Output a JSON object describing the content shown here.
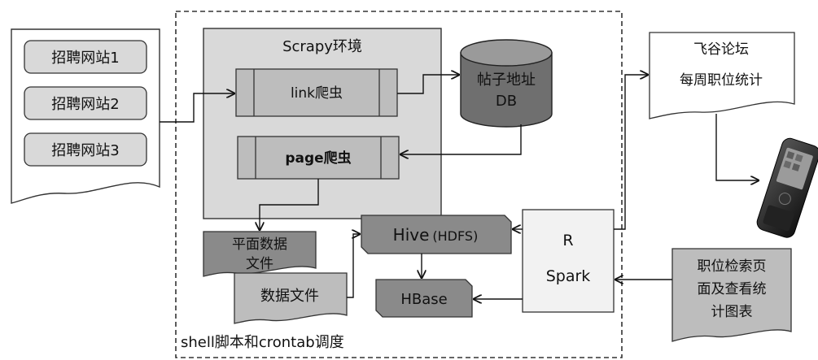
{
  "sources": {
    "items": [
      "招聘网站1",
      "招聘网站2",
      "招聘网站3"
    ]
  },
  "scrapy": {
    "title": "Scrapy环境",
    "link_spider": "link爬虫",
    "page_spider": "page爬虫"
  },
  "db": {
    "line1": "帖子地址",
    "line2": "DB"
  },
  "forum": {
    "line1": "飞谷论坛",
    "line2": "每周职位统计"
  },
  "flat_file": {
    "line1": "平面数据",
    "line2": "文件"
  },
  "data_file": "数据文件",
  "hive": {
    "main": "Hive",
    "sub": "(HDFS)"
  },
  "hbase": "HBase",
  "r_spark": {
    "line1": "R",
    "line2": "Spark"
  },
  "search_page": {
    "line1": "职位检索页",
    "line2": "面及查看统",
    "line3": "计图表"
  },
  "scheduler_label": "shell脚本和crontab调度",
  "icons": {
    "phone": "mobile-phone-icon",
    "database": "database-cylinder-icon"
  },
  "colors": {
    "light_box": "#d9d9d9",
    "mid_box": "#bdbdbd",
    "dark_box": "#8a8a8a",
    "db_body": "#6f6f6f",
    "db_top": "#9a9a9a"
  }
}
